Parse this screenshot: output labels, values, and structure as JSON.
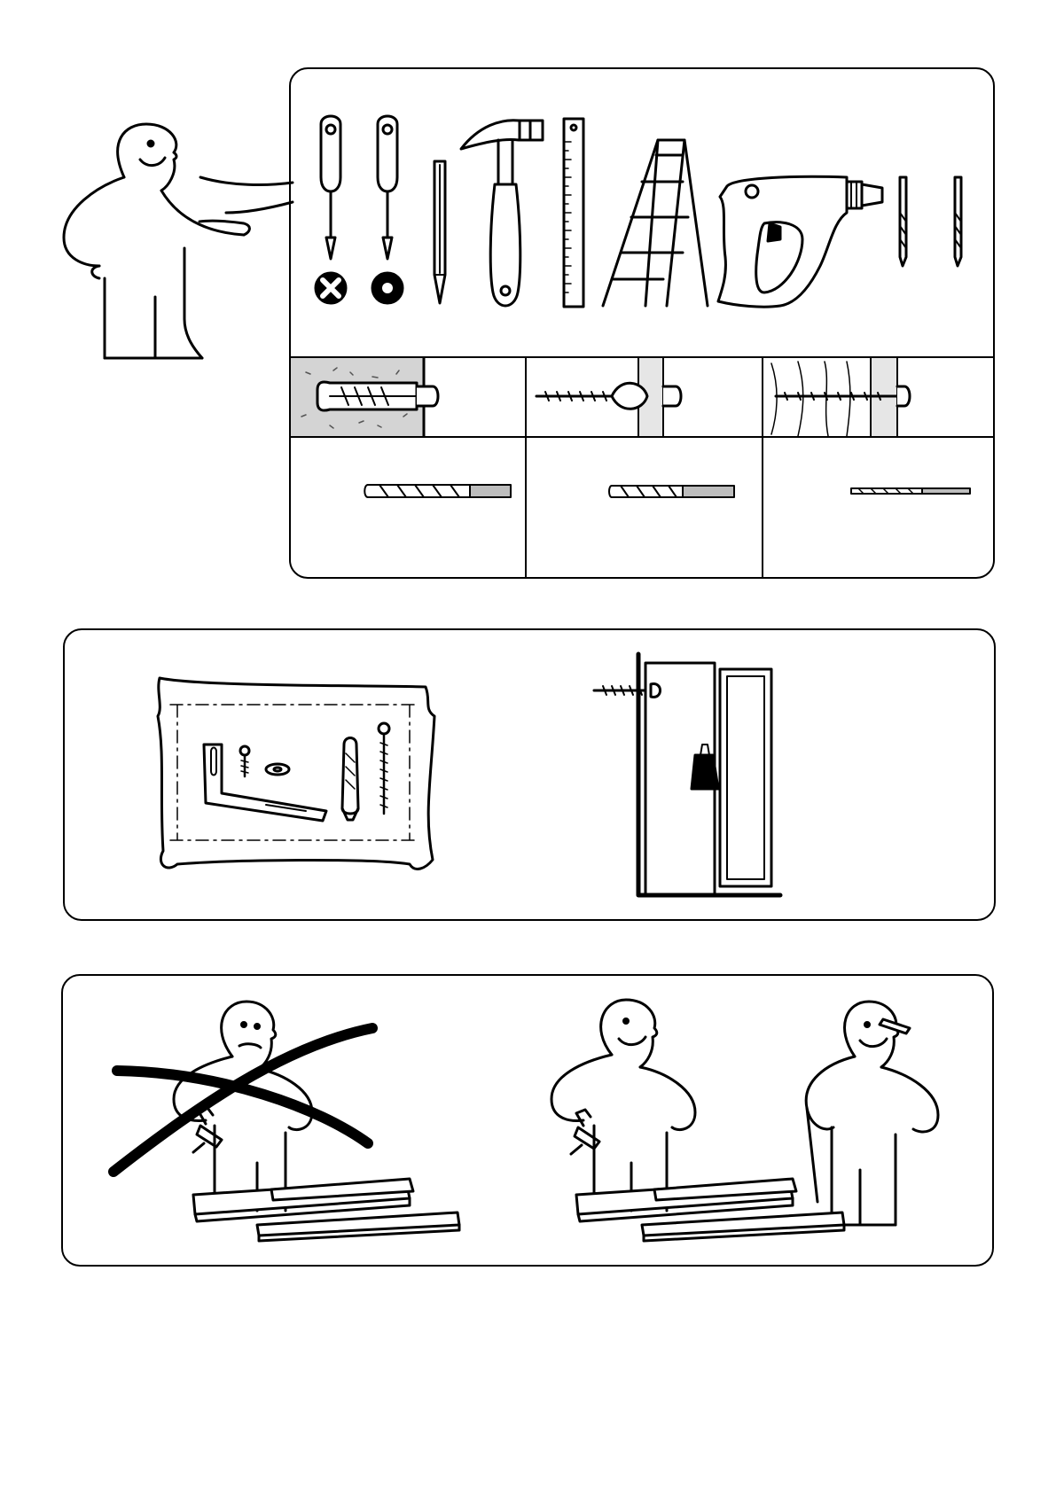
{
  "document": {
    "kind": "assembly-instruction-page",
    "text_content": []
  },
  "panels": [
    {
      "id": "tools-panel",
      "figures": [
        "screwdriver-phillips",
        "screwdriver-flat",
        "pencil",
        "hammer",
        "ruler",
        "step-ladder",
        "drill",
        "drill-bit-small",
        "drill-bit-large"
      ]
    },
    {
      "id": "wall-fixings-panel",
      "figures": [
        "concrete-wall-plug",
        "plasterboard-wall-plug",
        "wood-wall-screw"
      ]
    },
    {
      "id": "drill-bits-panel",
      "figures": [
        "masonry-drill-bit",
        "plasterboard-drill-bit",
        "wood-drill-bit"
      ]
    },
    {
      "id": "wall-anchor-panel",
      "figures": [
        "hardware-bag",
        "wall-anchored-cabinet"
      ]
    },
    {
      "id": "assembly-help-panel",
      "figures": [
        "person-alone-crossed-out",
        "two-people-assembling"
      ]
    }
  ],
  "colors": {
    "line": "#000000",
    "background": "#ffffff",
    "concrete": "#d4d4d4",
    "bit_shank": "#bdbdbd"
  }
}
